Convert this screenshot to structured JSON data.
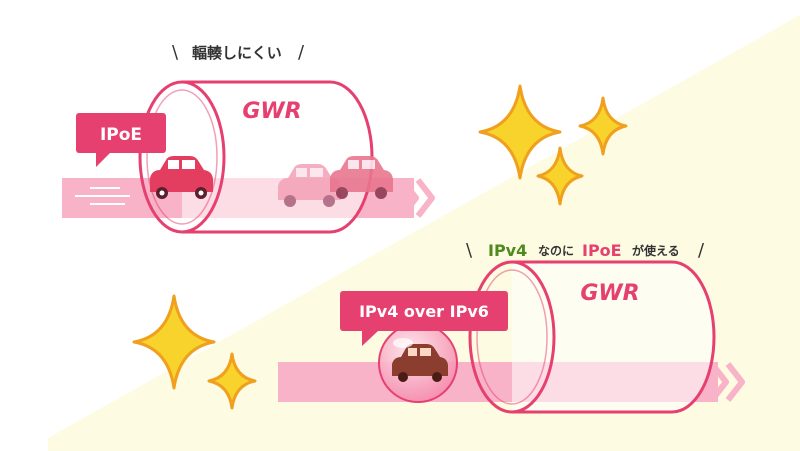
{
  "top_section": {
    "caption_left_mark": "\\",
    "caption_text": "輻輳しにくい",
    "caption_right_mark": "/",
    "tunnel_label": "GWR",
    "tag_label": "IPoE"
  },
  "bottom_section": {
    "caption_left_mark": "\\",
    "caption_part1": "IPv4",
    "caption_part2": "なのに",
    "caption_part3": "IPoE",
    "caption_part4": "が使える",
    "caption_right_mark": "/",
    "tunnel_label": "GWR",
    "tag_label": "IPv4 over IPv6"
  },
  "colors": {
    "tunnel_stroke": "#e5406f",
    "lane": "#f9a9c1",
    "lane_light": "#fcd3df",
    "tag_fill": "#e5406f",
    "highlight_green": "#4f8a1e",
    "sparkle": "#f5b51f",
    "bg_yellow": "#fdfbe1"
  }
}
